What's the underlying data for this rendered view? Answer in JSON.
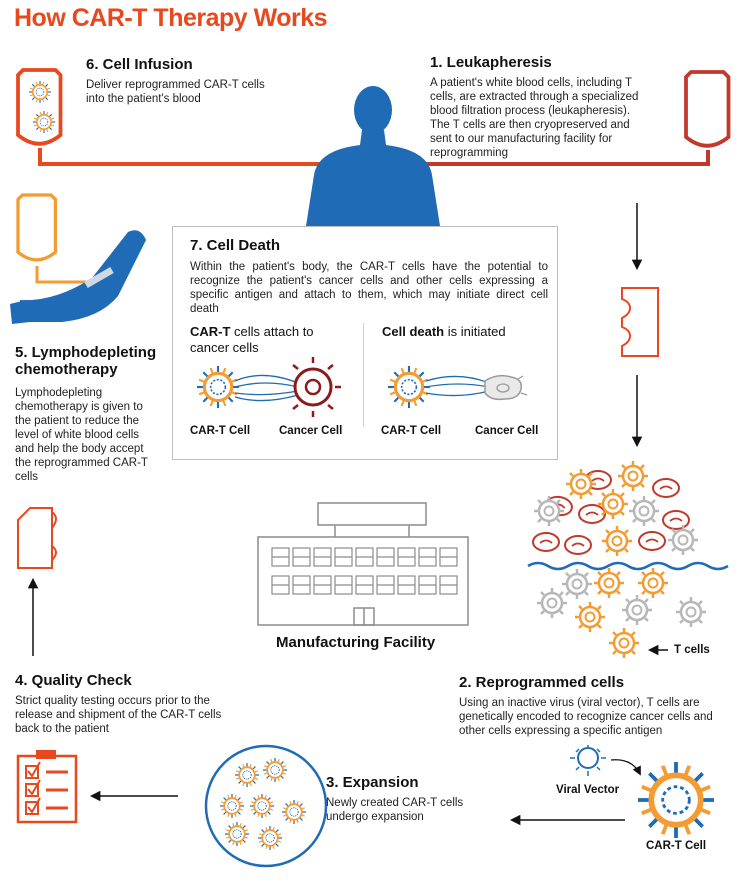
{
  "title": "How CAR-T Therapy Works",
  "colors": {
    "accent": "#e8481e",
    "dark_red": "#c0392b",
    "orange": "#f39c34",
    "blue": "#1f6bb5",
    "navy": "#1e3f7a",
    "gray": "#8c8c8c"
  },
  "steps": {
    "s1": {
      "title": "1. Leukapheresis",
      "text": "A patient's white blood cells, including T cells, are extracted through a specialized blood filtration process (leukapheresis). The T cells are then cryopreserved and sent to our manufacturing facility for reprogramming"
    },
    "s2": {
      "title": "2. Reprogrammed cells",
      "text": "Using an inactive virus (viral vector), T cells are genetically encoded to recognize cancer cells and other cells expressing a specific antigen"
    },
    "s3": {
      "title": "3. Expansion",
      "text": "Newly created CAR-T cells undergo expansion"
    },
    "s4": {
      "title": "4. Quality Check",
      "text": "Strict quality testing occurs prior to the release and shipment of the CAR-T cells back to the patient"
    },
    "s5": {
      "title": "5. Lymphodepleting chemotherapy",
      "text": "Lymphodepleting chemotherapy is given to the patient to reduce the level of white blood cells and help the body accept the reprogrammed CAR-T cells"
    },
    "s6": {
      "title": "6. Cell Infusion",
      "text": "Deliver reprogrammed CAR-T cells into the patient's blood"
    },
    "s7": {
      "title": "7. Cell Death",
      "text": "Within the patient's body, the CAR-T cells have the potential to recognize the patient's cancer cells and other cells expressing a specific antigen and attach to them, which may initiate direct cell death",
      "left_bold": "CAR-T",
      "left_rest": " cells attach to cancer cells",
      "right_bold": "Cell death",
      "right_rest": " is initiated",
      "cart_label": "CAR-T Cell",
      "cancer_label": "Cancer Cell"
    }
  },
  "labels": {
    "manufacturing": "Manufacturing Facility",
    "t_cells": "T cells",
    "viral_vector": "Viral Vector",
    "cart_cell": "CAR-T Cell"
  }
}
